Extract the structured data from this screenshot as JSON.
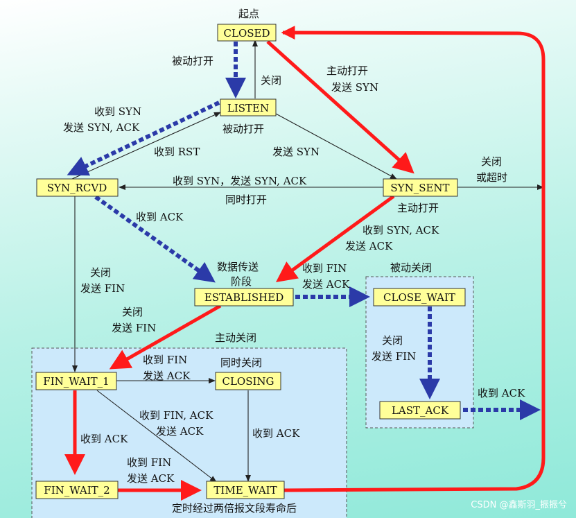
{
  "diagram": {
    "start_label": "起点",
    "states": {
      "closed": "CLOSED",
      "listen": "LISTEN",
      "syn_rcvd": "SYN_RCVD",
      "syn_sent": "SYN_SENT",
      "established": "ESTABLISHED",
      "close_wait": "CLOSE_WAIT",
      "last_ack": "LAST_ACK",
      "fin_wait_1": "FIN_WAIT_1",
      "closing": "CLOSING",
      "fin_wait_2": "FIN_WAIT_2",
      "time_wait": "TIME_WAIT"
    },
    "regions": {
      "active_close": "主动关闭",
      "passive_close": "被动关闭",
      "simultaneous_close": "同时关闭"
    },
    "labels": {
      "passive_open_1": "被动打开",
      "close_1": "关闭",
      "active_open_1": "主动打开",
      "send_syn_1": "发送 SYN",
      "recv_syn": "收到 SYN",
      "send_syn_ack": "发送 SYN, ACK",
      "passive_open_2": "被动打开",
      "recv_rst": "收到 RST",
      "send_syn_2": "发送 SYN",
      "close_2": "关闭",
      "or_timeout": "或超时",
      "recv_syn_send_syn_ack": "收到 SYN，发送 SYN, ACK",
      "simultaneous_open": "同时打开",
      "active_open_2": "主动打开",
      "recv_syn_ack": "收到 SYN, ACK",
      "send_ack_1": "发送 ACK",
      "recv_ack_1": "收到 ACK",
      "close_3": "关闭",
      "send_fin_1": "发送 FIN",
      "data_transfer_1": "数据传送",
      "data_transfer_2": "阶段",
      "recv_fin_1": "收到 FIN",
      "send_ack_2": "发送 ACK",
      "close_4": "关闭",
      "send_fin_2": "发送 FIN",
      "close_5": "关闭",
      "send_fin_3": "发送 FIN",
      "recv_fin_2": "收到 FIN",
      "send_ack_3": "发送 ACK",
      "recv_fin_ack": "收到 FIN, ACK",
      "send_ack_4": "发送 ACK",
      "recv_ack_2": "收到 ACK",
      "recv_ack_3": "收到 ACK",
      "recv_fin_3": "收到 FIN",
      "send_ack_5": "发送 ACK",
      "recv_ack_4": "收到 ACK",
      "timer_text": "定时经过两倍报文段寿命后"
    },
    "colors": {
      "state_fill": "#ffff99",
      "region_fill": "#cce9fb",
      "client_path": "#ff1a1a",
      "server_path": "#2b3aa8",
      "normal_path": "#222222"
    }
  },
  "watermark": "CSDN @鑫斯羽_振振兮"
}
